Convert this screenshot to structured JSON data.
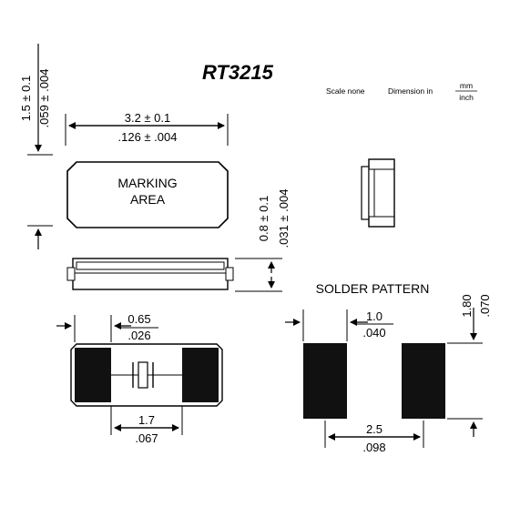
{
  "title": "RT3215",
  "scale_note": {
    "scale": "Scale none",
    "dimension": "Dimension in",
    "unit_top": "mm",
    "unit_bottom": "inch"
  },
  "dims": {
    "height_mm": "1.5 ± 0.1",
    "height_in": ".059 ± .004",
    "length_mm": "3.2 ± 0.1",
    "length_in": ".126 ± .004",
    "thick_mm": "0.8 ± 0.1",
    "thick_in": ".031 ± .004",
    "terminal_mm": "0.65",
    "terminal_in": ".026",
    "inner_mm": "1.7",
    "inner_in": ".067",
    "pad_w_mm": "1.0",
    "pad_w_in": ".040",
    "pad_h_mm": "1.80",
    "pad_h_in": ".070",
    "pad_gap_mm": "2.5",
    "pad_gap_in": ".098"
  },
  "marking_area": [
    "MARKING",
    "AREA"
  ],
  "solder_pattern": "SOLDER PATTERN"
}
